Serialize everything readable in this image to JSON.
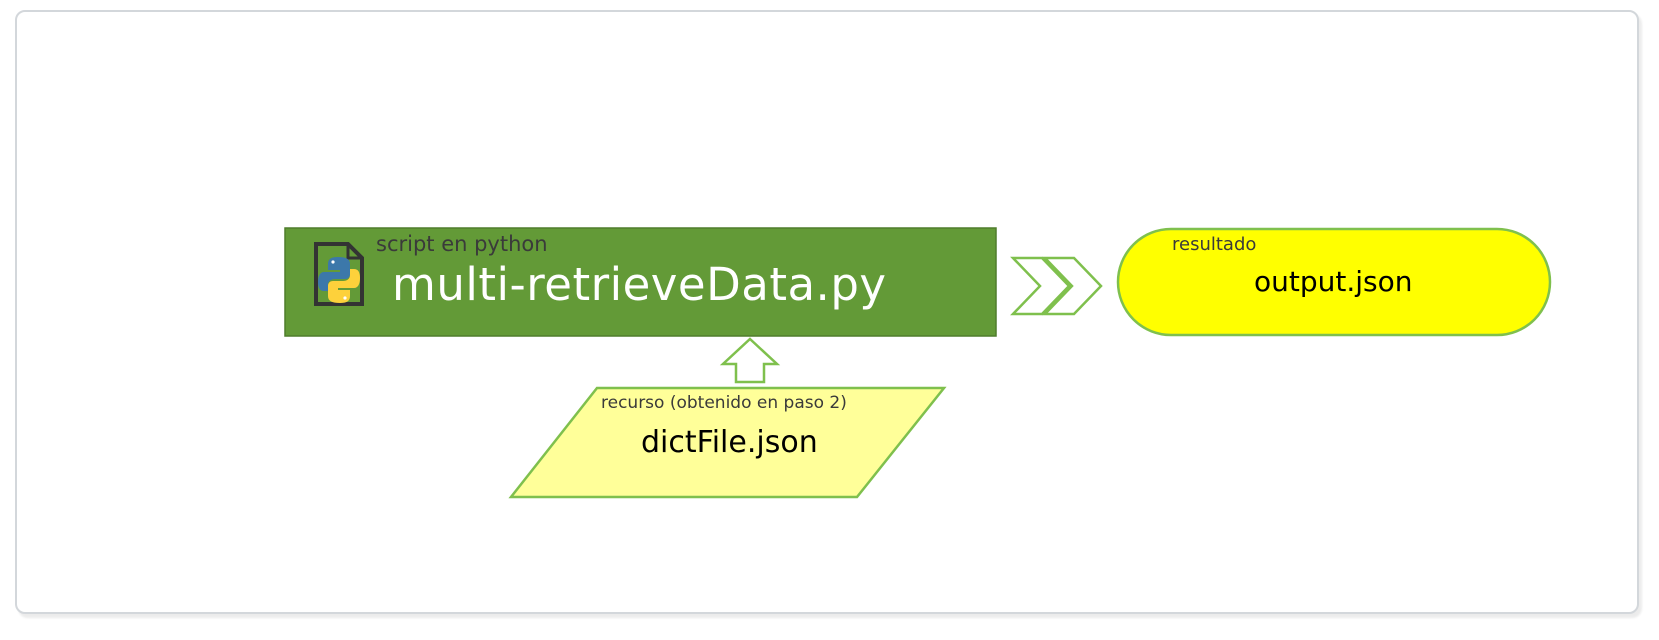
{
  "diagram": {
    "script": {
      "caption": "script en python",
      "name": "multi-retrieveData.py",
      "icon": "python-file-icon",
      "fill": "#639a37",
      "border": "#4f7d2c"
    },
    "result": {
      "caption": "resultado",
      "name": "output.json",
      "fill": "#ffff00",
      "border": "#7fc04d"
    },
    "resource": {
      "caption": "recurso (obtenido en paso 2)",
      "name": "dictFile.json",
      "fill": "#ffff99",
      "border": "#7fc04d"
    },
    "arrows": {
      "stroke": "#7fc04d",
      "fill": "#ffffff"
    }
  }
}
